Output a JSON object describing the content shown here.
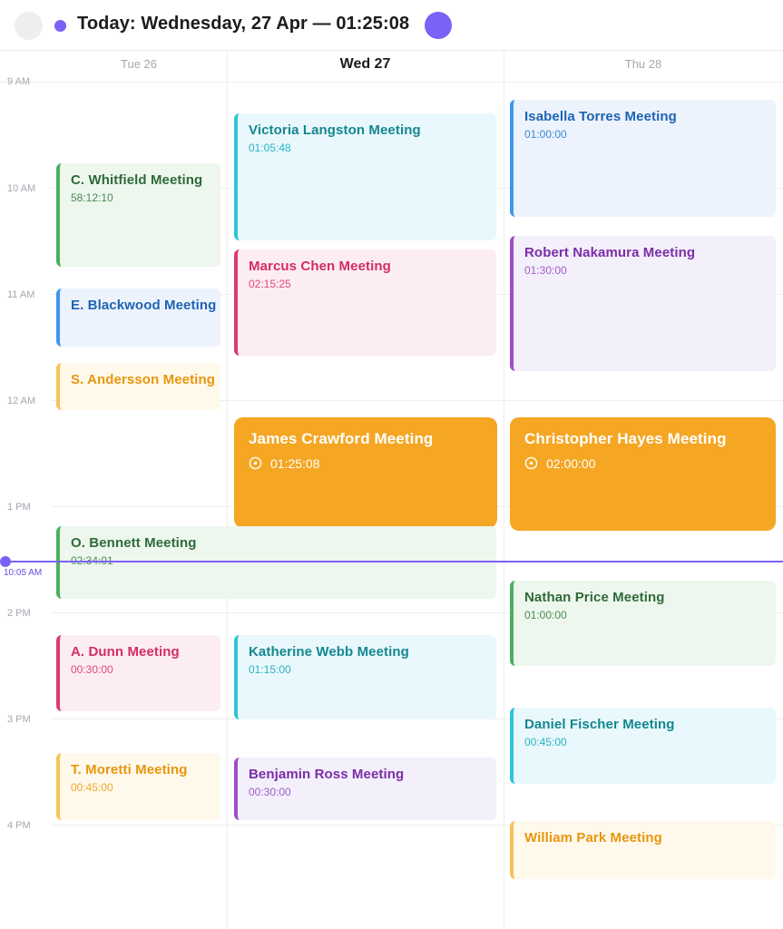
{
  "header": {
    "today_text": "Today:  Wednesday, 27 Apr  —  01:25:08"
  },
  "days": {
    "tue": "Tue 26",
    "wed": "Wed 27",
    "thu": "Thu 28"
  },
  "time_labels": [
    "9 AM",
    "10 AM",
    "11 AM",
    "12 AM",
    "1 PM",
    "2 PM",
    "3 PM",
    "4 PM"
  ],
  "now": {
    "label": "10:05 AM"
  },
  "events": {
    "whitfield": {
      "title": "C. Whitfield Meeting",
      "duration": "58:12:10"
    },
    "blackwood": {
      "title": "E. Blackwood Meeting",
      "duration": ""
    },
    "andersson": {
      "title": "S. Andersson Meeting",
      "duration": ""
    },
    "bennett": {
      "title": "O. Bennett Meeting",
      "duration": "02:34:01"
    },
    "dunn": {
      "title": "A. Dunn Meeting",
      "duration": "00:30:00"
    },
    "moretti": {
      "title": "T. Moretti Meeting",
      "duration": "00:45:00"
    },
    "langston": {
      "title": "Victoria Langston Meeting",
      "duration": "01:05:48"
    },
    "chen": {
      "title": "Marcus Chen Meeting",
      "duration": "02:15:25"
    },
    "crawford": {
      "title": "James Crawford Meeting",
      "duration": "01:25:08"
    },
    "webb": {
      "title": "Katherine Webb Meeting",
      "duration": "01:15:00"
    },
    "ross": {
      "title": "Benjamin Ross Meeting",
      "duration": "00:30:00"
    },
    "torres": {
      "title": "Isabella Torres Meeting",
      "duration": "01:00:00"
    },
    "nakamura": {
      "title": "Robert Nakamura Meeting",
      "duration": "01:30:00"
    },
    "hayes": {
      "title": "Christopher Hayes Meeting",
      "duration": "02:00:00"
    },
    "price": {
      "title": "Nathan Price Meeting",
      "duration": "01:00:00"
    },
    "fischer": {
      "title": "Daniel Fischer Meeting",
      "duration": "00:45:00"
    },
    "park": {
      "title": "William Park Meeting",
      "duration": ""
    }
  },
  "colors": {
    "accent": "#7b61f5",
    "active_event": "#f5a623",
    "green": "#4caf5d",
    "blue": "#3d96f0",
    "yellow": "#f8c158",
    "cyan": "#2ec5d6",
    "pink": "#df3a6c",
    "purple": "#9c4dc9"
  },
  "icons": {
    "back": "circle-button",
    "live": "live-indicator-dot",
    "avatar": "user-avatar",
    "clock": "clock-icon"
  }
}
